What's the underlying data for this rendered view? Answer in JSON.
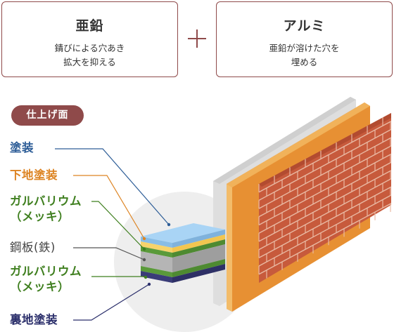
{
  "zinc": {
    "title": "亜鉛",
    "desc_line1": "錆びによる穴あき",
    "desc_line2": "拡大を抑える"
  },
  "aluminum": {
    "title": "アルミ",
    "desc_line1": "亜鉛が溶けた穴を",
    "desc_line2": "埋める"
  },
  "finish_badge": "仕上げ面",
  "layers": {
    "top_coat": "塗装",
    "primer": "下地塗装",
    "galvalume_top_line1": "ガルバリウム",
    "galvalume_top_line2": "（メッキ）",
    "steel": "鋼板(鉄)",
    "galvalume_bottom_line1": "ガルバリウム",
    "galvalume_bottom_line2": "（メッキ）",
    "back_coat": "裏地塗装"
  },
  "colors": {
    "accent": "#8f4a4a",
    "top_coat": "#a9d4f5",
    "primer": "#f6d36b",
    "galvalume": "#5a9a3a",
    "steel": "#a9a9a9",
    "back_coat": "#3a3c78",
    "brick": "#c75a3c"
  }
}
